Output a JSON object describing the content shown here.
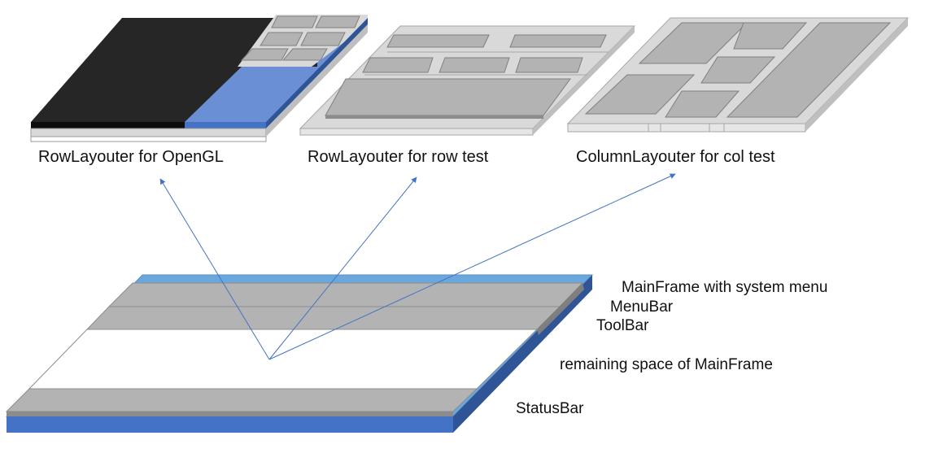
{
  "captions": {
    "opengl": "RowLayouter for OpenGL",
    "row_test": "RowLayouter for row test",
    "col_test": "ColumnLayouter for col test"
  },
  "layers": {
    "mainframe": "MainFrame with system menu",
    "menubar": "MenuBar",
    "toolbar": "ToolBar",
    "remaining": "remaining space of MainFrame",
    "statusbar": "StatusBar"
  },
  "colors": {
    "blue_top": "#6aa7dd",
    "blue_front": "#4472c4",
    "blue_side": "#2f5597",
    "gray": "#b3b3b3",
    "gray_dark": "#7f7f7f",
    "black": "#262626",
    "light_blue": "#6a8fd4",
    "arrow": "#4472c4"
  }
}
